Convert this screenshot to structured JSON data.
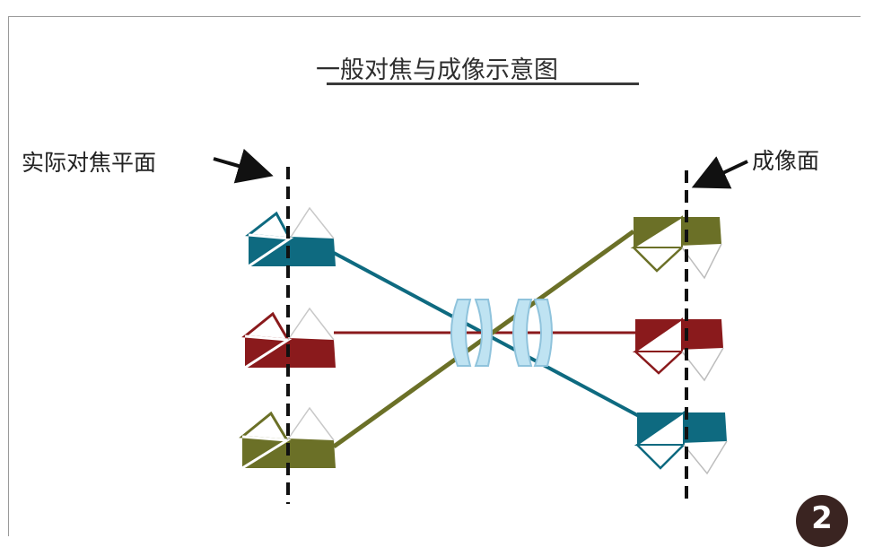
{
  "diagram": {
    "title": "一般对焦与成像示意图",
    "focal_plane_label": "实际对焦平面",
    "image_plane_label": "成像面",
    "badge_number": "2",
    "colors": {
      "teal": "#0e6a80",
      "red": "#8a1a1c",
      "olive": "#6b7027",
      "lens": "#bfe3f2",
      "lens_stroke": "#8fc3dc",
      "dashed_line": "#111111",
      "arrow": "#111111",
      "badge": "#3a2421"
    }
  }
}
